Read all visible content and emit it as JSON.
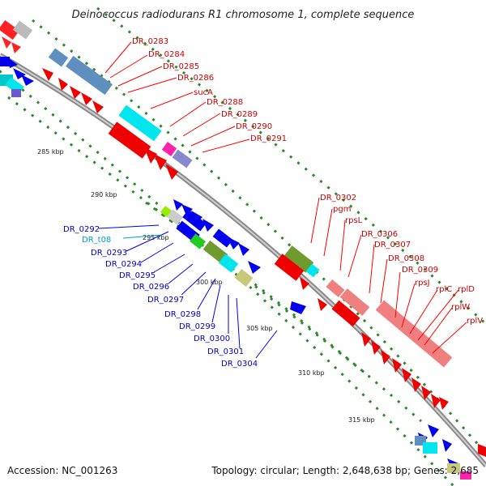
{
  "title": "Deinococcus radiodurans R1 chromosome 1, complete sequence",
  "footer": {
    "accession": "Accession: NC_001263",
    "summary": "Topology: circular; Length: 2,648,638 bp; Genes: 2,685"
  },
  "kbp_labels": [
    "285 kbp",
    "290 kbp",
    "295 kbp",
    "300 kbp",
    "305 kbp",
    "310 kbp",
    "315 kbp"
  ],
  "genes_forward": [
    "DR_0283",
    "DR_0284",
    "DR_0285",
    "DR_0286",
    "sucA",
    "DR_0288",
    "DR_0289",
    "DR_0290",
    "DR_0291",
    "DR_0302",
    "pgm",
    "rpsL",
    "DR_0306",
    "DR_0307",
    "DR_0308",
    "DR_0309",
    "rpsJ",
    "rplC",
    "rplD",
    "rplW",
    "rplV"
  ],
  "genes_reverse": [
    "DR_0292",
    "DR_t08",
    "DR_0293",
    "DR_0294",
    "DR_0295",
    "DR_0296",
    "DR_0297",
    "DR_0298",
    "DR_0299",
    "DR_0300",
    "DR_0301",
    "DR_0304"
  ],
  "colors": {
    "forward_label": "#cc0000",
    "reverse_label": "#0000cc",
    "trna_label": "#00a0c8",
    "forward_gene": "#ff0000",
    "reverse_gene": "#0000ee",
    "backbone": "#999999",
    "gc_dots": "#228822"
  }
}
